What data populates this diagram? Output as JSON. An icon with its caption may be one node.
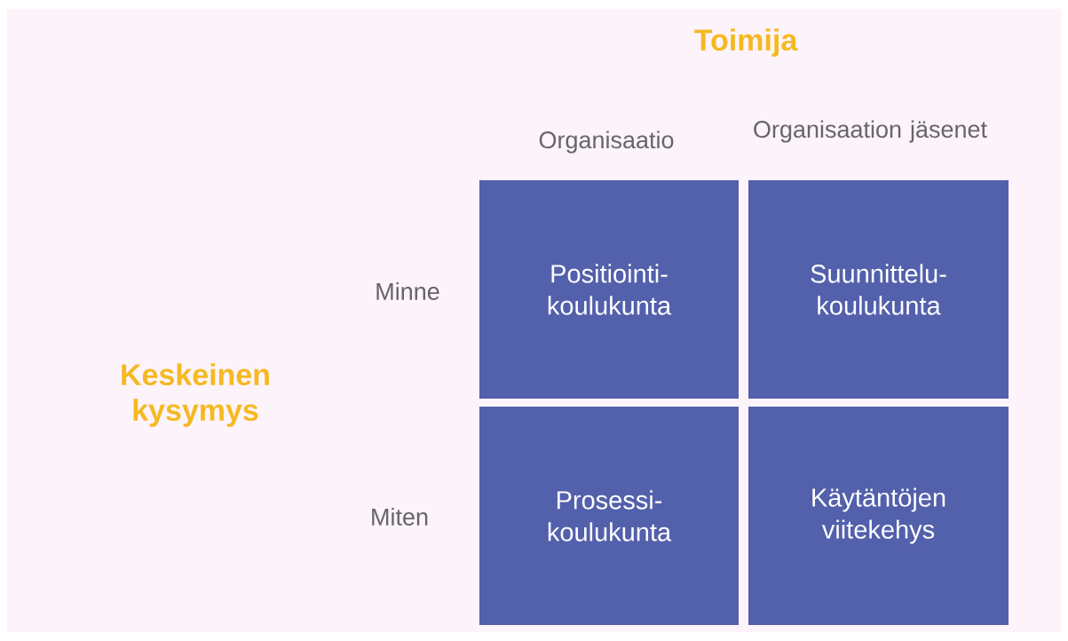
{
  "diagram": {
    "nodes": [
      {
        "text": [
          "Positiointi- koulukunta"
        ]
      },
      {
        "text": [
          "Suunnittelu- koulukunta"
        ]
      },
      {
        "text": [
          "Prosessi- koulukunta"
        ]
      },
      {
        "text": [
          "Käytäntöjen viitekehys"
        ]
      }
    ],
    "labels": [
      "Toimija",
      "Organisaatio",
      "Organisaation jäsenet",
      "Minne",
      "Keskeinen kysymys",
      "Miten"
    ]
  }
}
